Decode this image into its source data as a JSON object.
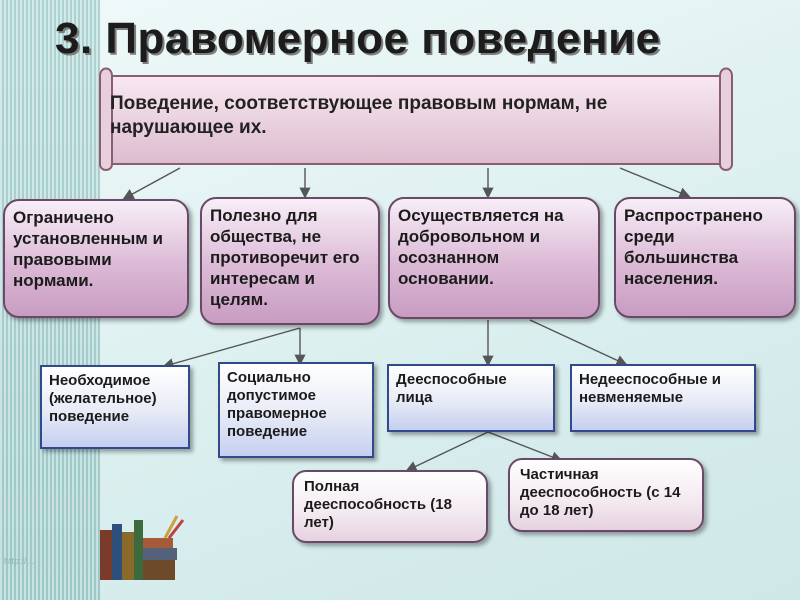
{
  "title": "3. Правомерное поведение",
  "definition": "Поведение, соответствующее правовым нормам, не нарушающее их.",
  "features": [
    "Ограничено установленным и правовыми нормами.",
    "Полезно для общества, не противоречит его интересам и целям.",
    "Осуществляется на добровольном и осознанном основании.",
    "Распространено среди большинства населения."
  ],
  "kinds": [
    "Необходимое (желательное) поведение",
    "Социально допустимое правомерное поведение",
    "Дееспособные лица",
    "Недееспособные и невменяемые"
  ],
  "capacity": [
    "Полная дееспособность (18 лет)",
    "Частичная дееспособность (с 14 до 18 лет)"
  ],
  "footer": "http://..."
}
